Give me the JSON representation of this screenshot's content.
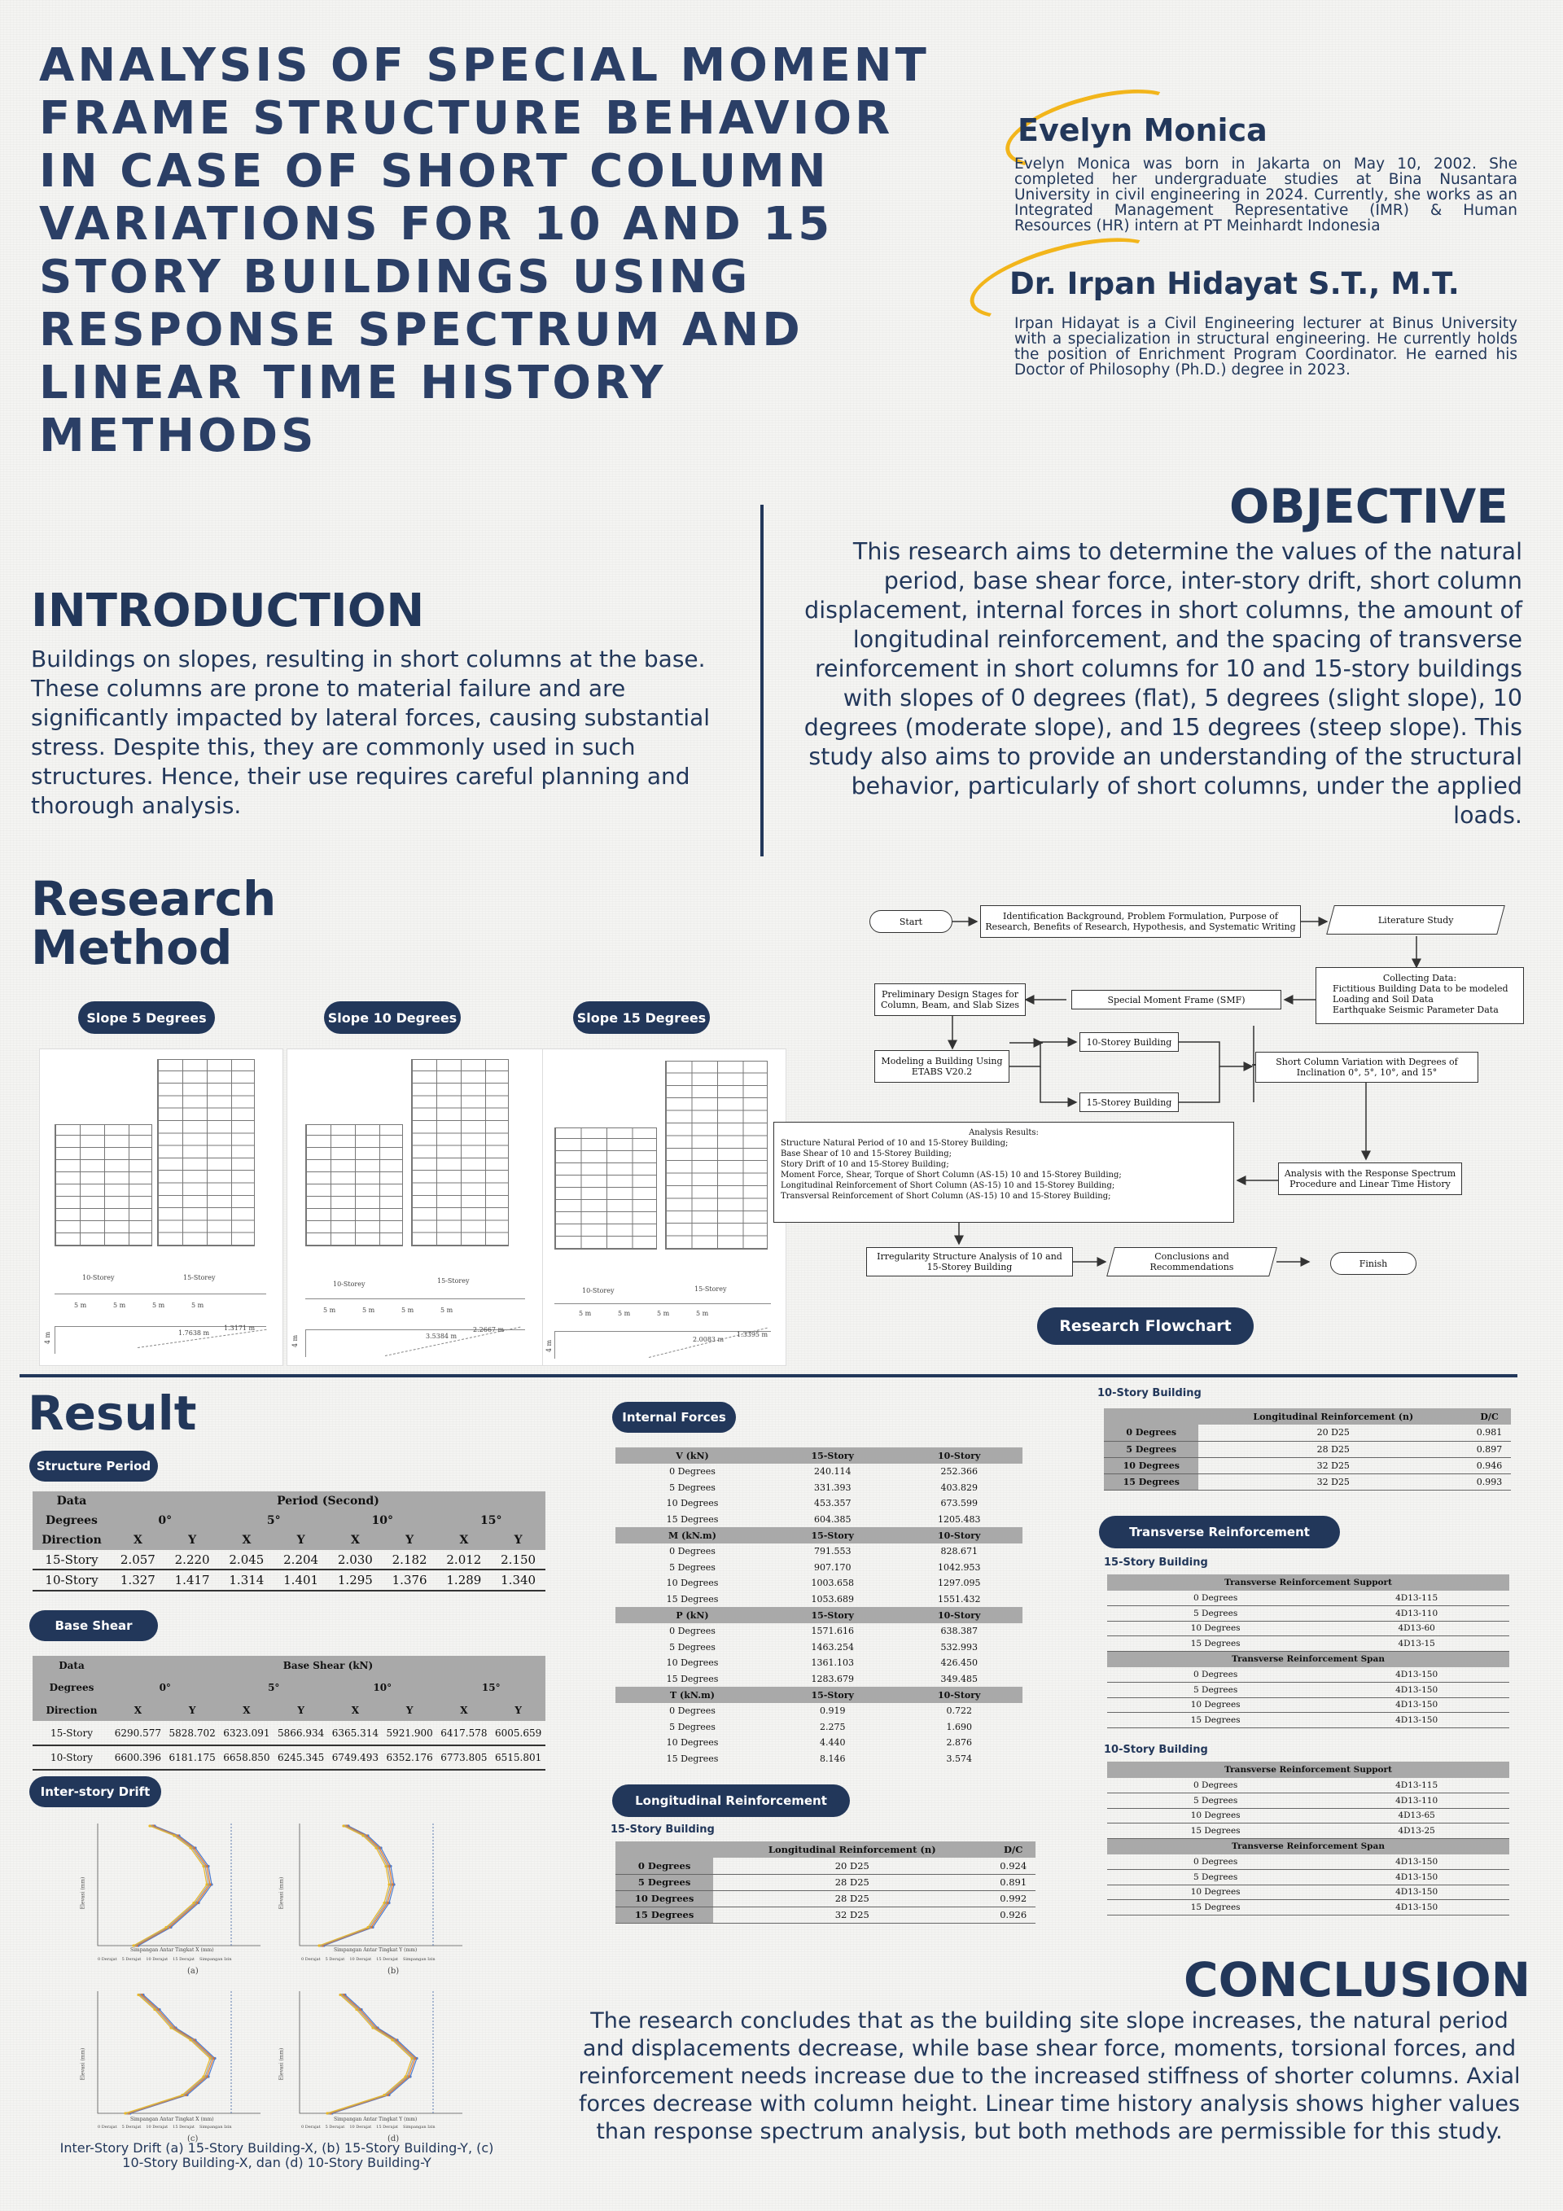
{
  "title": "ANALYSIS OF SPECIAL MOMENT FRAME STRUCTURE BEHAVIOR IN CASE OF SHORT COLUMN VARIATIONS FOR 10 AND 15 STORY BUILDINGS USING RESPONSE SPECTRUM AND LINEAR TIME HISTORY METHODS",
  "authors": [
    {
      "name": "Evelyn Monica",
      "bio": "Evelyn Monica was born in Jakarta on May 10, 2002. She completed her undergraduate studies at Bina Nusantara University in civil engineering in 2024. Currently, she works as an Integrated Management Representative (IMR) & Human Resources (HR) intern at PT Meinhardt Indonesia"
    },
    {
      "name": "Dr. Irpan Hidayat S.T., M.T.",
      "bio": "Irpan Hidayat is a Civil Engineering lecturer at Binus University with a specialization in structural engineering. He currently holds the position of Enrichment Program Coordinator. He earned his Doctor of Philosophy (Ph.D.) degree in 2023."
    }
  ],
  "introduction": {
    "heading": "INTRODUCTION",
    "text": "Buildings on slopes, resulting in short columns at the base. These columns are prone to material failure and are significantly impacted by lateral forces, causing substantial stress. Despite this, they are commonly used in such structures. Hence, their use requires careful planning and thorough analysis."
  },
  "objective": {
    "heading": "OBJECTIVE",
    "text": "This research aims to determine the values of the natural period, base shear force, inter-story drift, short column displacement, internal forces in short columns, the amount of longitudinal reinforcement, and the spacing of transverse reinforcement in short columns for 10 and 15-story buildings with slopes of 0 degrees (flat), 5 degrees (slight slope), 10 degrees (moderate slope), and 15 degrees (steep slope). This study also aims to provide an understanding of the structural behavior, particularly of short columns, under the applied loads."
  },
  "method": {
    "heading_line1": "Research",
    "heading_line2": "Method",
    "slopes": [
      {
        "label": "Slope 5 Degrees",
        "dim_a": "1.7638 m",
        "dim_b": "1.3171 m"
      },
      {
        "label": "Slope 10 Degrees",
        "dim_a": "3.5384 m",
        "dim_b": "2.2667 m"
      },
      {
        "label": "Slope 15 Degrees",
        "dim_a": "2.0083 m",
        "dim_b": "1.3395 m"
      }
    ],
    "bay": "5 m",
    "floor": "4 m",
    "bldg10": "10-Storey",
    "bldg15": "15-Storey",
    "flowchart_label": "Research Flowchart",
    "flowchart": {
      "start": "Start",
      "ident": "Identification Background, Problem Formulation, Purpose of Research, Benefits of Research, Hypothesis, and Systematic Writing",
      "lit": "Literature Study",
      "collect_title": "Collecting Data:",
      "collect_items": [
        "Fictitious Building Data to be modeled",
        "Loading and Soil Data",
        "Earthquake Seismic Parameter Data"
      ],
      "smf": "Special Moment Frame (SMF)",
      "prelim": "Preliminary Design Stages for Column, Beam, and Slab Sizes",
      "model": "Modeling a Building Using ETABS V20.2",
      "b10": "10-Storey Building",
      "b15": "15-Storey Building",
      "variation": "Short Column Variation with Degrees of Inclination 0°, 5°, 10°, and 15°",
      "results_title": "Analysis Results:",
      "results_items": [
        "Structure Natural Period of 10 and 15-Storey Building;",
        "Base Shear of 10 and 15-Storey Building;",
        "Story Drift of 10 and 15-Storey Building;",
        "Moment Force, Shear, Torque of Short Column (AS-15) 10 and 15-Storey Building;",
        "Longitudinal Reinforcement of Short Column (AS-15) 10 and 15-Storey Building;",
        "Transversal Reinforcement of Short Column (AS-15) 10 and 15-Storey Building;"
      ],
      "analysis": "Analysis with the Response Spectrum Procedure and Linear Time History",
      "irreg": "Irregularity Structure Analysis of 10 and 15-Storey Building",
      "concl": "Conclusions and Recommendations",
      "finish": "Finish"
    }
  },
  "result": {
    "heading": "Result",
    "structure_period": {
      "label": "Structure Period",
      "h_data": "Data",
      "h_period": "Period (Second)",
      "h_degrees": "Degrees",
      "h_direction": "Direction",
      "degrees": [
        "0°",
        "5°",
        "10°",
        "15°"
      ],
      "dirs": [
        "X",
        "Y"
      ],
      "rows": [
        {
          "name": "15-Story",
          "vals": [
            "2.057",
            "2.220",
            "2.045",
            "2.204",
            "2.030",
            "2.182",
            "2.012",
            "2.150"
          ]
        },
        {
          "name": "10-Story",
          "vals": [
            "1.327",
            "1.417",
            "1.314",
            "1.401",
            "1.295",
            "1.376",
            "1.289",
            "1.340"
          ]
        }
      ]
    },
    "base_shear": {
      "label": "Base Shear",
      "h_data": "Data",
      "h_shear": "Base Shear (kN)",
      "h_degrees": "Degrees",
      "h_direction": "Direction",
      "degrees": [
        "0°",
        "5°",
        "10°",
        "15°"
      ],
      "dirs": [
        "X",
        "Y"
      ],
      "rows": [
        {
          "name": "15-Story",
          "vals": [
            "6290.577",
            "5828.702",
            "6323.091",
            "5866.934",
            "6365.314",
            "5921.900",
            "6417.578",
            "6005.659"
          ]
        },
        {
          "name": "10-Story",
          "vals": [
            "6600.396",
            "6181.175",
            "6658.850",
            "6245.345",
            "6749.493",
            "6352.176",
            "6773.805",
            "6515.801"
          ]
        }
      ]
    },
    "drift": {
      "label": "Inter-story Drift",
      "caption": "Inter-Story Drift (a) 15-Story Building-X, (b) 15-Story Building-Y, (c) 10-Story Building-X, dan (d) 10-Story Building-Y",
      "sub": [
        "(a)",
        "(b)",
        "(c)",
        "(d)"
      ],
      "xlabel_x": "Simpangan Antar Tingkat X (mm)",
      "xlabel_y": "Simpangan Antar Tingkat Y (mm)",
      "ylabel": "Elevasi (mm)",
      "legend": [
        "0 Derajat",
        "5 Derajat",
        "10 Derajat",
        "15 Derajat",
        "Simpangan Izin"
      ]
    },
    "internal_forces": {
      "label": "Internal Forces",
      "groups": [
        {
          "h": "V (kN)",
          "rows": [
            [
              "0 Degrees",
              "240.114",
              "252.366"
            ],
            [
              "5 Degrees",
              "331.393",
              "403.829"
            ],
            [
              "10 Degrees",
              "453.357",
              "673.599"
            ],
            [
              "15 Degrees",
              "604.385",
              "1205.483"
            ]
          ]
        },
        {
          "h": "M (kN.m)",
          "rows": [
            [
              "0 Degrees",
              "791.553",
              "828.671"
            ],
            [
              "5 Degrees",
              "907.170",
              "1042.953"
            ],
            [
              "10 Degrees",
              "1003.658",
              "1297.095"
            ],
            [
              "15 Degrees",
              "1053.689",
              "1551.432"
            ]
          ]
        },
        {
          "h": "P (kN)",
          "rows": [
            [
              "0 Degrees",
              "1571.616",
              "638.387"
            ],
            [
              "5 Degrees",
              "1463.254",
              "532.993"
            ],
            [
              "10 Degrees",
              "1361.103",
              "426.450"
            ],
            [
              "15 Degrees",
              "1283.679",
              "349.485"
            ]
          ]
        },
        {
          "h": "T (kN.m)",
          "rows": [
            [
              "0 Degrees",
              "0.919",
              "0.722"
            ],
            [
              "5 Degrees",
              "2.275",
              "1.690"
            ],
            [
              "10 Degrees",
              "4.440",
              "2.876"
            ],
            [
              "15 Degrees",
              "8.146",
              "3.574"
            ]
          ]
        }
      ],
      "col15": "15-Story",
      "col10": "10-Story"
    },
    "longitudinal": {
      "label": "Longitudinal Reinforcement",
      "b15": "15-Story Building",
      "b10": "10-Story Building",
      "h_n": "Longitudinal Reinforcement (n)",
      "h_dc": "D/C",
      "rows15": [
        [
          "0 Degrees",
          "20 D25",
          "0.924"
        ],
        [
          "5 Degrees",
          "28 D25",
          "0.891"
        ],
        [
          "10 Degrees",
          "28 D25",
          "0.992"
        ],
        [
          "15 Degrees",
          "32 D25",
          "0.926"
        ]
      ],
      "rows10": [
        [
          "0 Degrees",
          "20 D25",
          "0.981"
        ],
        [
          "5 Degrees",
          "28 D25",
          "0.897"
        ],
        [
          "10 Degrees",
          "32 D25",
          "0.946"
        ],
        [
          "15 Degrees",
          "32 D25",
          "0.993"
        ]
      ]
    },
    "transverse": {
      "label": "Transverse Reinforcement",
      "b15": "15-Story Building",
      "b10": "10-Story Building",
      "h_support": "Transverse Reinforcement Support",
      "h_span": "Transverse Reinforcement Span",
      "support15": [
        [
          "0 Degrees",
          "4D13-115"
        ],
        [
          "5 Degrees",
          "4D13-110"
        ],
        [
          "10 Degrees",
          "4D13-60"
        ],
        [
          "15 Degrees",
          "4D13-15"
        ]
      ],
      "span15": [
        [
          "0 Degrees",
          "4D13-150"
        ],
        [
          "5 Degrees",
          "4D13-150"
        ],
        [
          "10 Degrees",
          "4D13-150"
        ],
        [
          "15 Degrees",
          "4D13-150"
        ]
      ],
      "support10": [
        [
          "0 Degrees",
          "4D13-115"
        ],
        [
          "5 Degrees",
          "4D13-110"
        ],
        [
          "10 Degrees",
          "4D13-65"
        ],
        [
          "15 Degrees",
          "4D13-25"
        ]
      ],
      "span10": [
        [
          "0 Degrees",
          "4D13-150"
        ],
        [
          "5 Degrees",
          "4D13-150"
        ],
        [
          "10 Degrees",
          "4D13-150"
        ],
        [
          "15 Degrees",
          "4D13-150"
        ]
      ]
    }
  },
  "conclusion": {
    "heading": "CONCLUSION",
    "text": "The research concludes that as the building site slope increases, the natural period and displacements decrease, while base shear force, moments, torsional forces, and reinforcement needs increase due to the increased stiffness of shorter columns. Axial forces decrease with column height. Linear time history analysis shows higher values than response spectrum analysis, but both methods are permissible for this study."
  },
  "colors": {
    "navy": "#22375a",
    "accent": "#f2b51b",
    "table_header": "#a9a9a9"
  }
}
